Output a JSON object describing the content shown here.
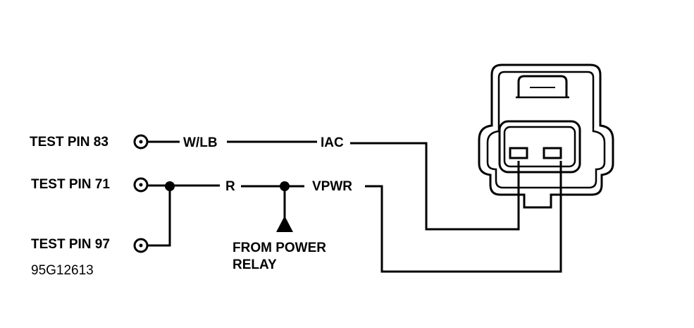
{
  "test_pins": [
    {
      "label": "TEST PIN 83"
    },
    {
      "label": "TEST PIN 71"
    },
    {
      "label": "TEST PIN 97"
    }
  ],
  "wires": {
    "w_lb": "W/LB",
    "iac": "IAC",
    "r": "R",
    "vpwr": "VPWR"
  },
  "power": {
    "line1": "FROM POWER",
    "line2": "RELAY"
  },
  "figure_code": "95G12613"
}
